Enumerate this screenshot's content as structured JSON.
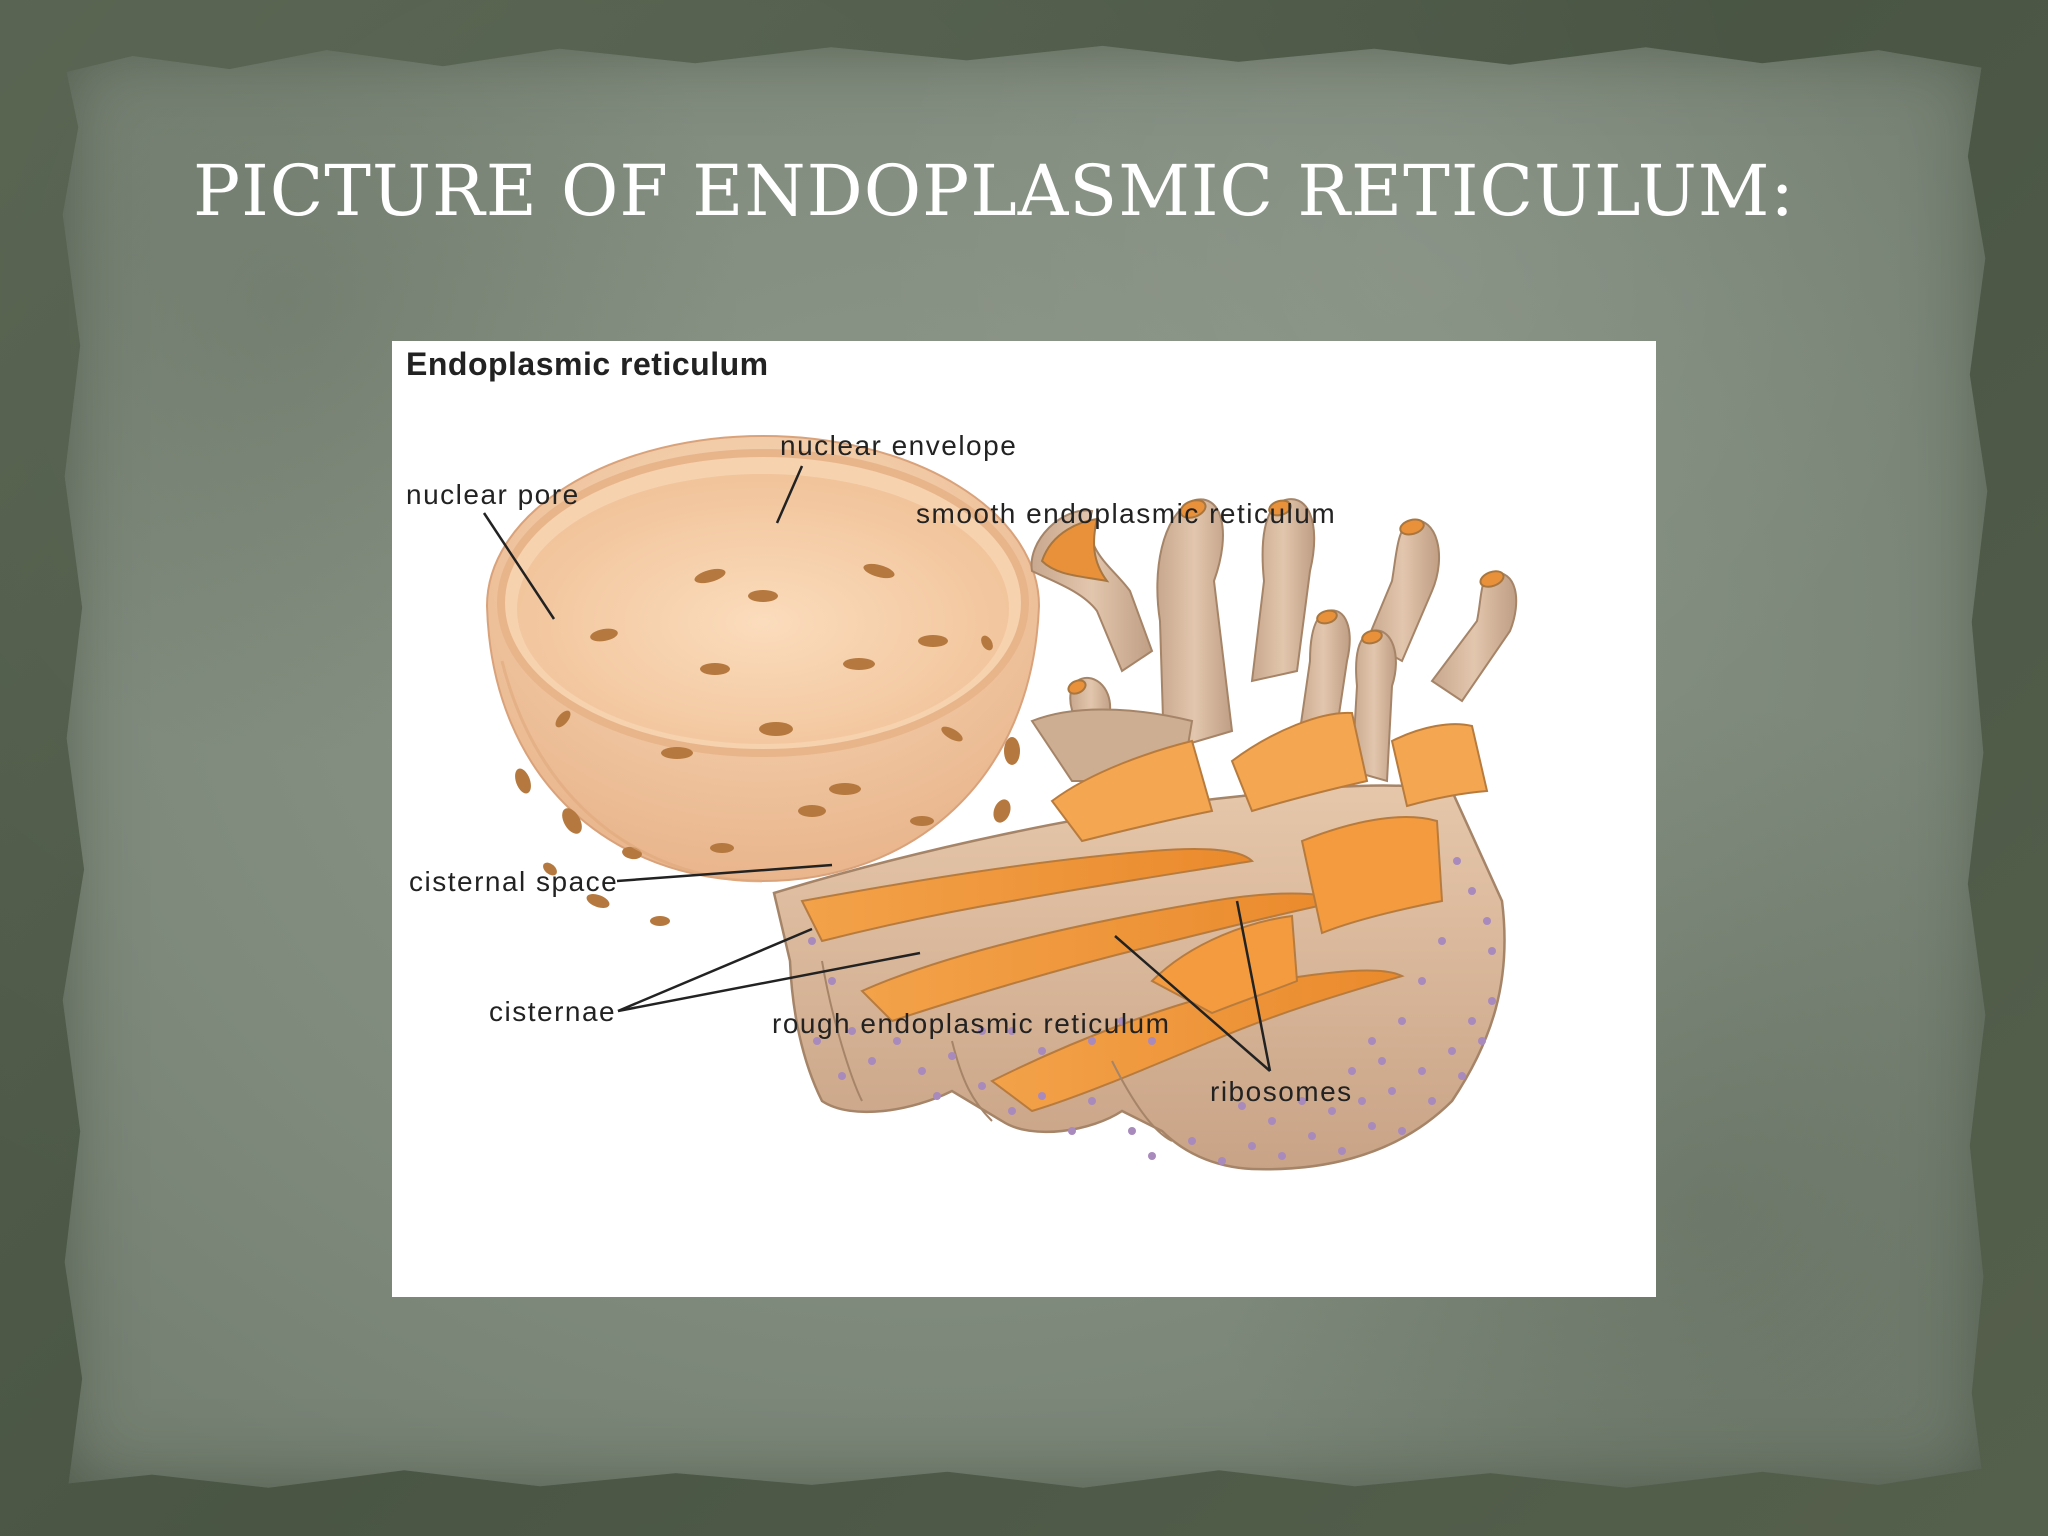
{
  "slide": {
    "title": "PICTURE OF ENDOPLASMIC RETICULUM:"
  },
  "figure": {
    "title": "Endoplasmic reticulum",
    "labels": {
      "nuclear_envelope": "nuclear envelope",
      "nuclear_pore": "nuclear pore",
      "smooth_er": "smooth endoplasmic reticulum",
      "cisternal_space": "cisternal space",
      "cisternae": "cisternae",
      "rough_er": "rough endoplasmic reticulum",
      "ribosomes": "ribosomes"
    }
  },
  "colors": {
    "background": "#4f5a47",
    "paper": "#8e988a",
    "nucleus": "#f2c9a1",
    "er_membrane": "#dcb99d",
    "er_lumen": "#f29a3c",
    "ribosome": "#9e7fb0"
  }
}
